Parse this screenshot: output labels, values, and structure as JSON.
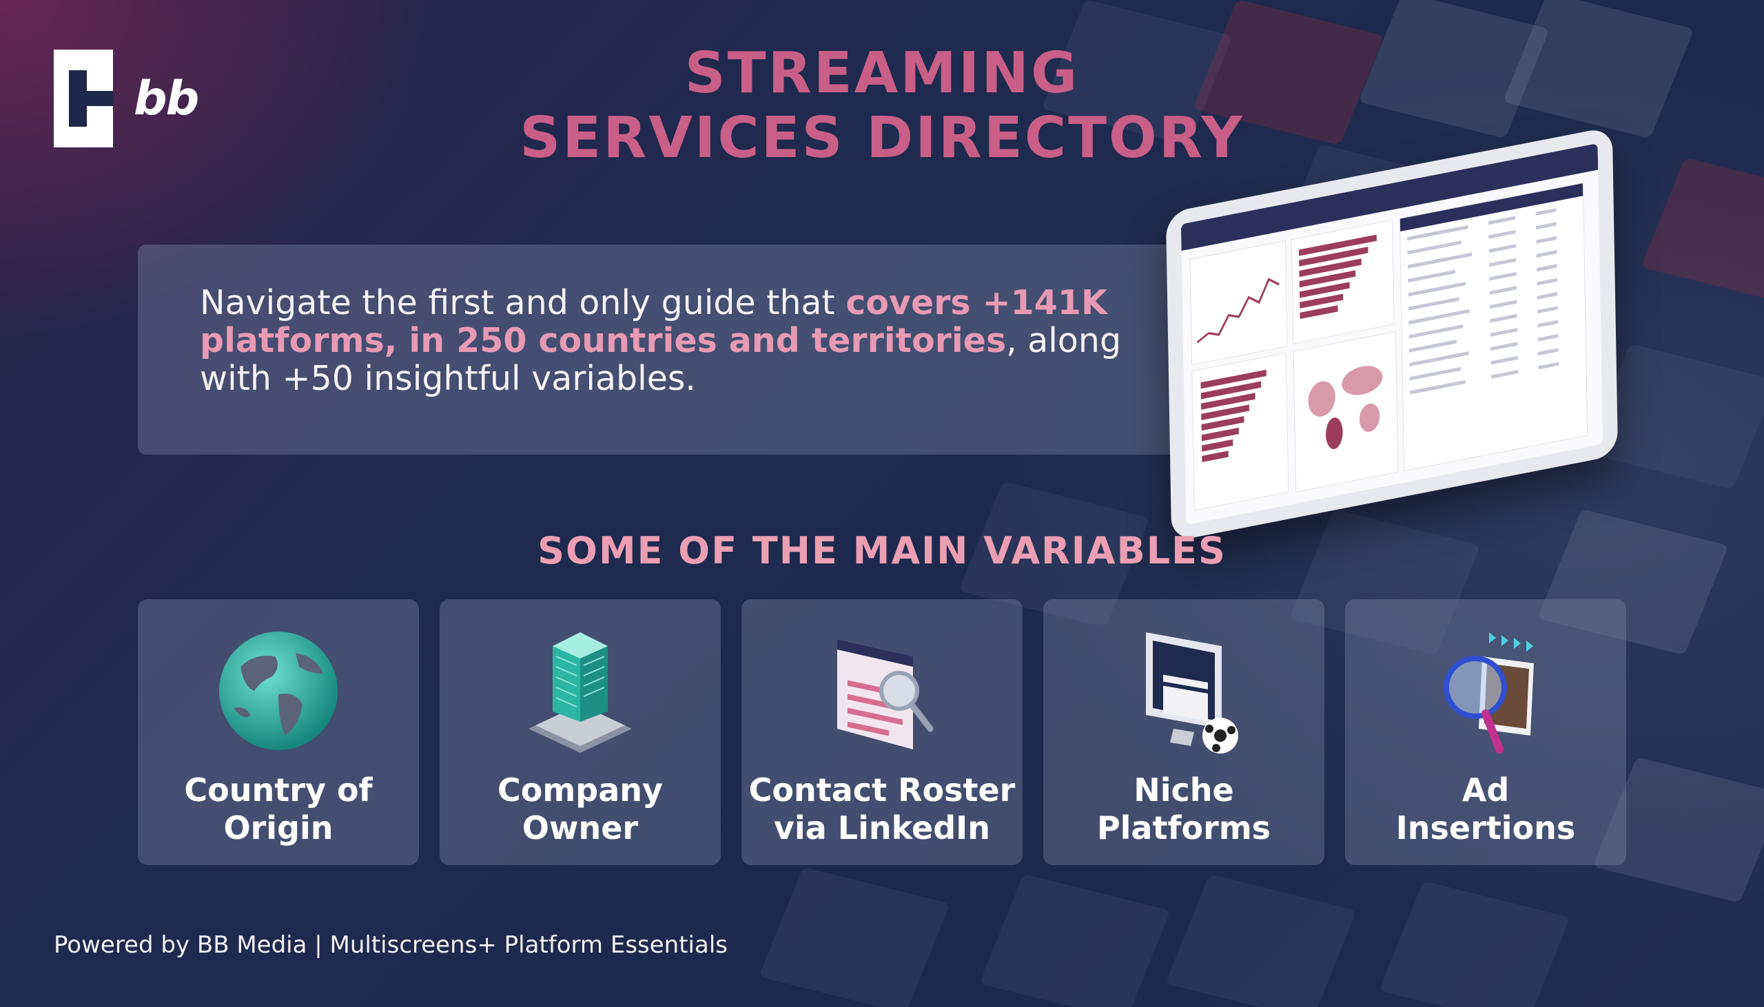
{
  "brand": {
    "logo_text": "bb"
  },
  "header": {
    "title_line1": "STREAMING",
    "title_line2": "SERVICES DIRECTORY"
  },
  "intro": {
    "part1": "Navigate the first and only guide that ",
    "highlight": "covers +141K platforms, in 250 countries and territories",
    "part2": ", along with +50 insightful variables."
  },
  "variables": {
    "heading": "SOME OF THE MAIN VARIABLES",
    "cards": [
      {
        "line1": "Country of",
        "line2": "Origin",
        "icon": "globe-icon"
      },
      {
        "line1": "Company",
        "line2": "Owner",
        "icon": "building-icon"
      },
      {
        "line1": "Contact Roster",
        "line2": "via LinkedIn",
        "icon": "profile-search-icon"
      },
      {
        "line1": "Niche",
        "line2": "Platforms",
        "icon": "monitor-clapper-icon"
      },
      {
        "line1": "Ad",
        "line2": "Insertions",
        "icon": "video-magnifier-icon"
      }
    ]
  },
  "footer": {
    "text": "Powered by BB Media | Multiscreens+ Platform Essentials"
  },
  "colors": {
    "title": "#c95f86",
    "highlight": "#e89ab4",
    "subheading": "#ec9fb2",
    "background": "#1d2749"
  }
}
